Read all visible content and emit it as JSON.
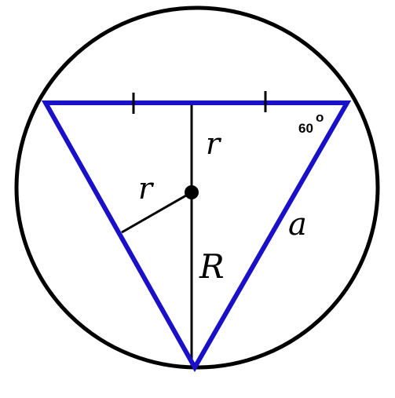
{
  "colors": {
    "triangle": "#1a10c8",
    "circle": "#000000",
    "construction": "#000000",
    "background": "#ffffff"
  },
  "labels": {
    "r_vertical": "r",
    "r_slanted": "r",
    "R": "R",
    "a": "a",
    "angle": "60",
    "degree": "o"
  },
  "figure": {
    "shape": "equilateral triangle inscribed in circle",
    "angle_degrees": 60,
    "side_tick_marks": 2
  }
}
